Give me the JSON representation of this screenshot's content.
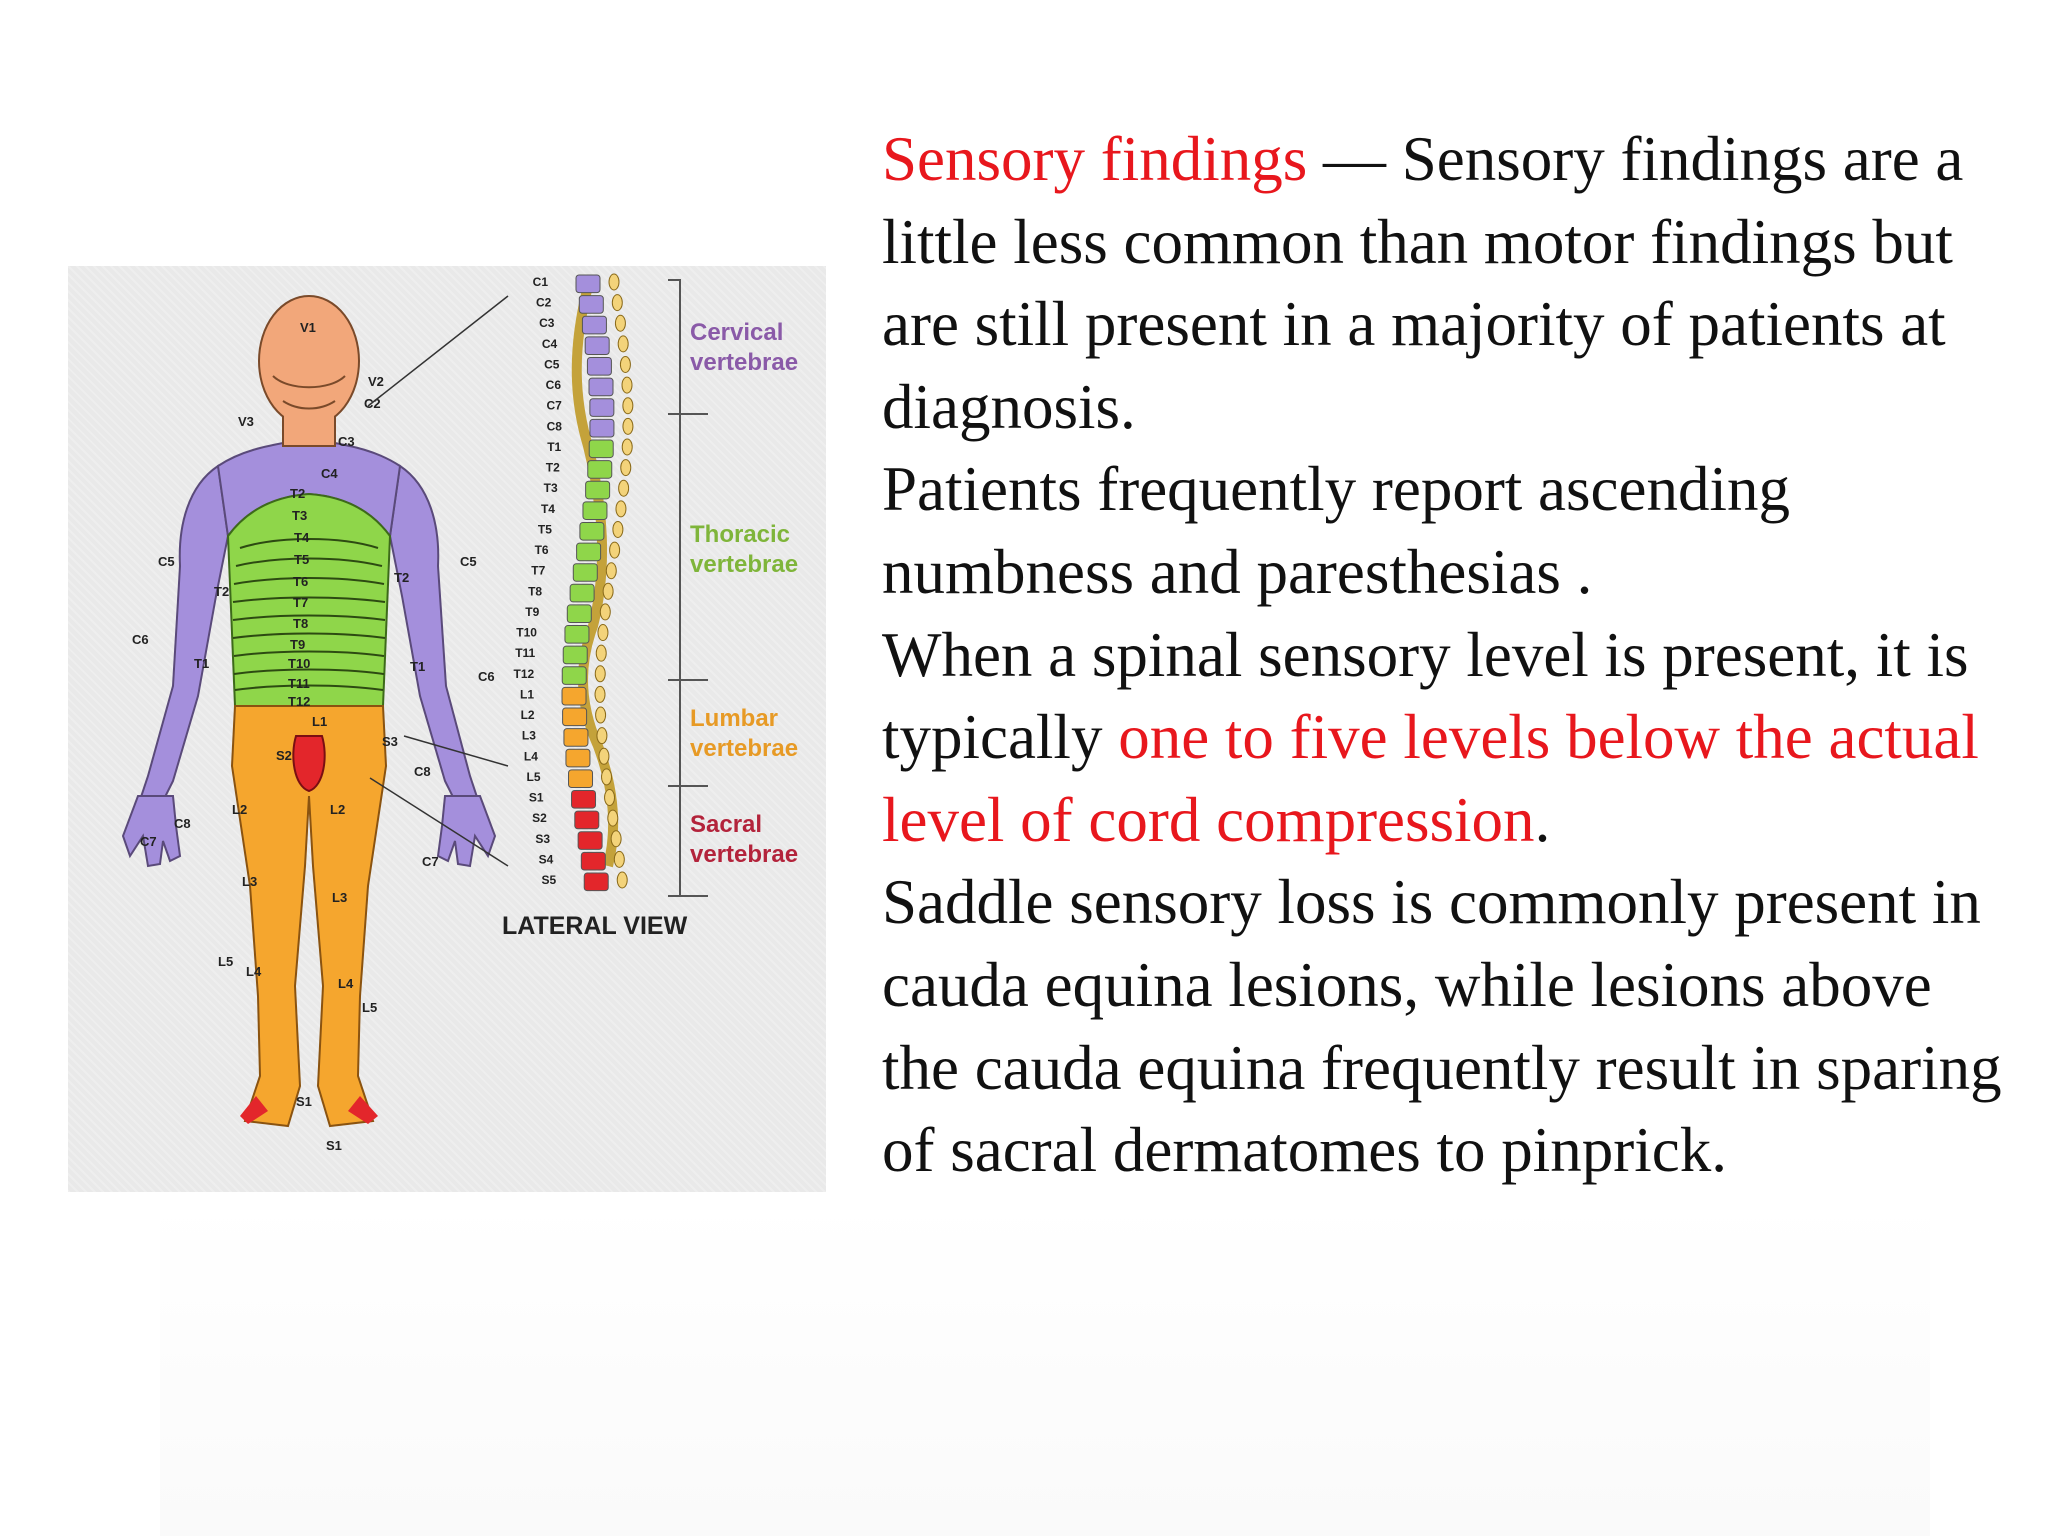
{
  "figure": {
    "caption": "LATERAL VIEW",
    "regions": [
      {
        "line1": "Cervical",
        "line2": "vertebrae",
        "color": "#8a5aa8"
      },
      {
        "line1": "Thoracic",
        "line2": "vertebrae",
        "color": "#7fb53a"
      },
      {
        "line1": "Lumbar",
        "line2": "vertebrae",
        "color": "#e79a25"
      },
      {
        "line1": "Sacral",
        "line2": "vertebrae",
        "color": "#b3233b"
      }
    ],
    "spine_labels": [
      "C1",
      "C2",
      "C3",
      "C4",
      "C5",
      "C6",
      "C7",
      "C8",
      "T1",
      "T2",
      "T3",
      "T4",
      "T5",
      "T6",
      "T7",
      "T8",
      "T9",
      "T10",
      "T11",
      "T12",
      "L1",
      "L2",
      "L3",
      "L4",
      "L5",
      "S1",
      "S2",
      "S3",
      "S4",
      "S5"
    ],
    "body_labels": {
      "head": "V1",
      "v2": "V2",
      "v3": "V3",
      "c2": "C2",
      "c3": "C3",
      "c4": "C4",
      "trunk": [
        "T2",
        "T3",
        "T4",
        "T5",
        "T6",
        "T7",
        "T8",
        "T9",
        "T10",
        "T11",
        "T12"
      ],
      "c5_left": "C5",
      "c5_right": "C5",
      "c6_left": "C6",
      "c6_right": "C6",
      "t1_left": "T1",
      "t1_right": "T1",
      "t2_left": "T2",
      "t2_right": "T2",
      "c7_left": "C7",
      "c7_right": "C7",
      "c8_left": "C8",
      "c8_right": "C8",
      "l1": "L1",
      "s2": "S2",
      "s3": "S3",
      "l2_left": "L2",
      "l2_right": "L2",
      "l3_left": "L3",
      "l3_right": "L3",
      "l4_left": "L4",
      "l4_right": "L4",
      "l5_left": "L5",
      "l5_right": "L5",
      "s1_left": "S1",
      "s1_right": "S1"
    },
    "colors": {
      "head": "#f2a77a",
      "cervical": "#a48fdc",
      "thoracic": "#8fd64a",
      "lumbar": "#f5a62e",
      "sacral": "#e3262b"
    }
  },
  "text": {
    "p1_highlight": "Sensory findings",
    "p1_rest": " — Sensory findings are a little less common than motor findings but are still present in a majority of patients at diagnosis.",
    "p2": "Patients frequently report ascending numbness and paresthesias .",
    "p3_start": "When a spinal sensory level is present, it is typically ",
    "p3_highlight": "one to five levels below the actual level of cord compression",
    "p3_end": ".",
    "p4": "Saddle sensory loss is commonly present in cauda equina lesions, while lesions above the cauda equina frequently result in sparing of sacral dermatomes to pinprick."
  }
}
